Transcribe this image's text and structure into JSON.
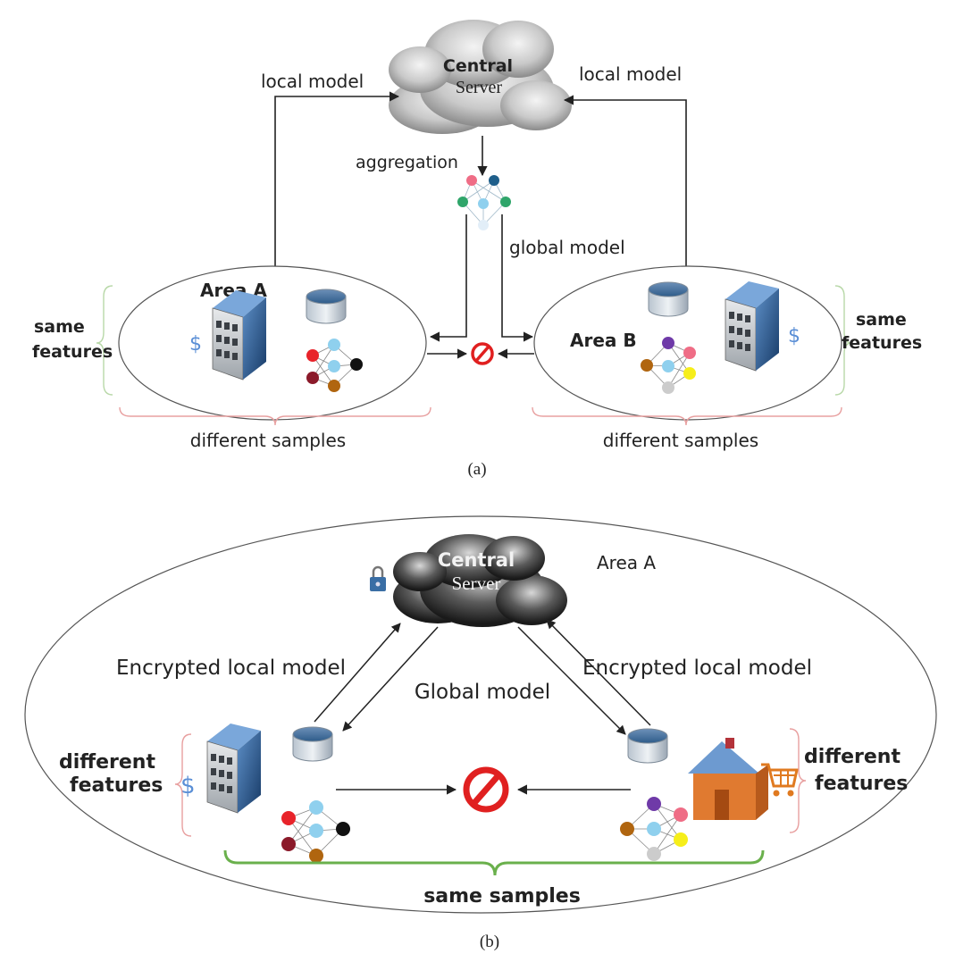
{
  "panel_a": {
    "server_line1": "Central",
    "server_line2": "Server",
    "local_model_left": "local model",
    "local_model_right": "local model",
    "aggregation": "aggregation",
    "global_model": "global model",
    "area_a": "Area A",
    "area_b": "Area B",
    "same_features_left_1": "same",
    "same_features_left_2": "features",
    "same_features_right_1": "same",
    "same_features_right_2": "features",
    "different_samples_left": "different samples",
    "different_samples_right": "different samples",
    "currency_left": "$",
    "currency_right": "$",
    "caption": "(a)"
  },
  "panel_b": {
    "server_line1": "Central",
    "server_line2": "Server",
    "area": "Area A",
    "encrypted_left": "Encrypted local model",
    "encrypted_right": "Encrypted local model",
    "global_model": "Global model",
    "different_features_left_1": "different",
    "different_features_left_2": "features",
    "different_features_right_1": "different",
    "different_features_right_2": "features",
    "same_samples": "same samples",
    "currency": "$",
    "caption": "(b)"
  },
  "colors": {
    "arrow": "#222222",
    "brace_red": "#e8a0a0",
    "brace_green_light": "#b8d8a8",
    "brace_green": "#6ab04c",
    "forbid": "#e02020",
    "dollar": "#5b8fd6",
    "cart": "#e07a20",
    "nn_cyan": "#8fd0ee",
    "nn_red": "#e8232a",
    "nn_darkred": "#8b1a2a",
    "nn_brown": "#b0650f",
    "nn_black": "#111111",
    "nn_purple": "#6f3aa8",
    "nn_pink": "#ef6d86",
    "nn_yellow": "#f6ee1a",
    "nn_gray": "#cccccc",
    "nn_navy": "#1f5f8b",
    "nn_green": "#2fa56a"
  },
  "icons": [
    "cloud-icon",
    "database-icon",
    "building-icon",
    "house-icon",
    "cart-icon",
    "forbidden-icon",
    "neural-network-icon",
    "lock-icon",
    "dollar-icon"
  ]
}
